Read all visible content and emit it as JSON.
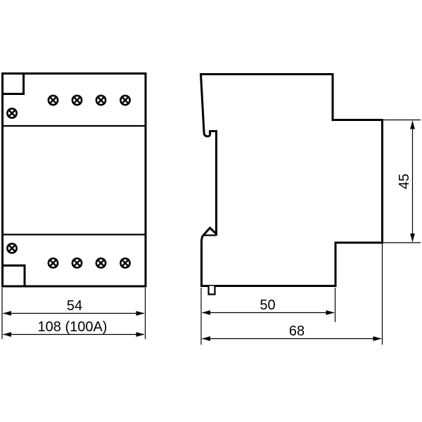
{
  "colors": {
    "line": "#000000",
    "background": "#ffffff"
  },
  "drawing": {
    "kind": "dimension-drawing",
    "views": {
      "front": {
        "dimensions": {
          "width": "54",
          "width_total": "108 (100A)"
        },
        "screw_terminals_count": 10
      },
      "side": {
        "dimensions": {
          "depth_body": "50",
          "depth_total": "68",
          "front_height": "45"
        }
      }
    },
    "icons": [
      {
        "name": "screw-terminal-icon",
        "shape": "circle-with-x"
      }
    ]
  }
}
